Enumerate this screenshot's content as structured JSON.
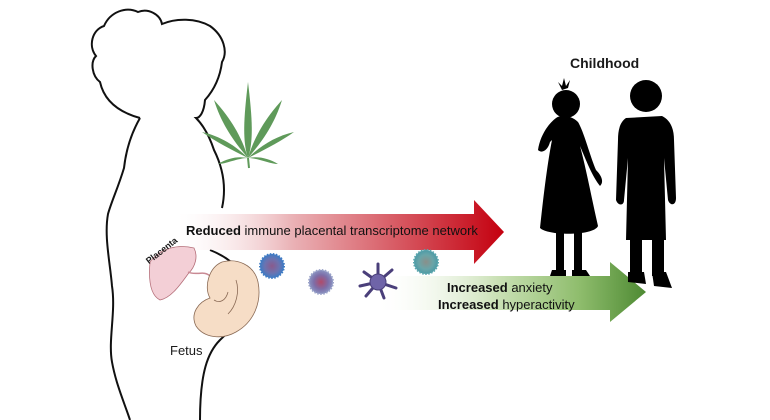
{
  "labels": {
    "childhood": "Childhood",
    "fetus": "Fetus",
    "placenta": "Placenta"
  },
  "red_arrow": {
    "bold": "Reduced",
    "rest": " immune placental transcriptome network",
    "color": "#c4000f"
  },
  "green_arrow": {
    "line1_bold": "Increased",
    "line1_rest": " anxiety",
    "line2_bold": "Increased",
    "line2_rest": " hyperactivity",
    "color": "#4e8a33"
  },
  "icons": {
    "woman": "pregnant-woman-outline",
    "leaf": "cannabis-leaf-icon",
    "cells": [
      "immune-cell-blue",
      "immune-cell-purple",
      "dendritic-cell",
      "immune-cell-teal"
    ],
    "children": [
      "girl-silhouette",
      "boy-silhouette"
    ]
  }
}
